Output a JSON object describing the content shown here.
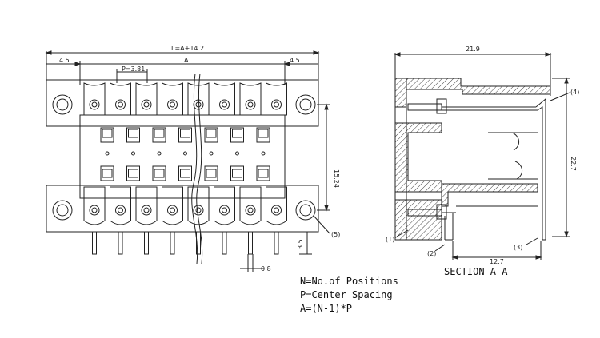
{
  "front_view": {
    "dim_length": "L=A+14.2",
    "dim_left_margin": "4.5",
    "dim_right_margin": "4.5",
    "dim_pitch": "P=3.81",
    "dim_a": "A",
    "dim_height": "15.24",
    "dim_pin_length": "3.5",
    "dim_pin_width": "0.8",
    "callout_5": "(5)"
  },
  "section_view": {
    "dim_width": "21.9",
    "dim_height": "22.7",
    "dim_depth": "12.7",
    "callout_1": "(1)",
    "callout_2": "(2)",
    "callout_3": "(3)",
    "callout_4": "(4)",
    "title": "SECTION A-A"
  },
  "legend": {
    "line1": "N=No.of Positions",
    "line2": "P=Center Spacing",
    "line3": "A=(N-1)*P"
  }
}
